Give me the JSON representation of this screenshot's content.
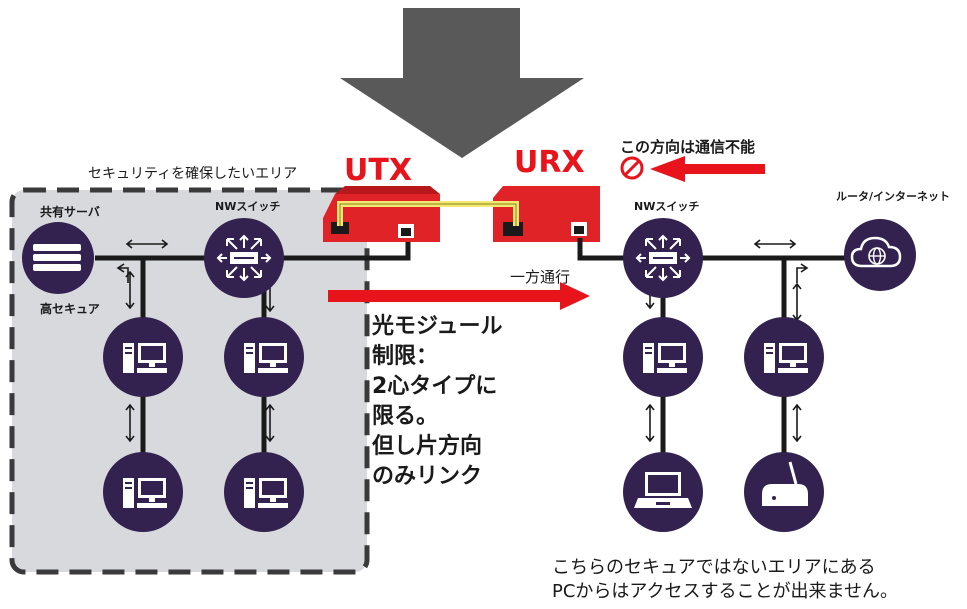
{
  "secure_area": {
    "label": "セキュリティを確保したいエリア"
  },
  "shared_server": {
    "title": "共有サーバ",
    "subtitle": "高セキュア"
  },
  "left_switch": {
    "label": "NWスイッチ"
  },
  "right_switch": {
    "label": "NWスイッチ"
  },
  "router": {
    "label": "ルータ/インターネット"
  },
  "utx": {
    "label": "UTX"
  },
  "urx": {
    "label": "URX"
  },
  "blocked_direction": {
    "label": "この方向は通信不能"
  },
  "one_way": {
    "label": "一方通行"
  },
  "module_note": {
    "lines": [
      "光モジュール",
      "制限：",
      "2心タイプに",
      "限る。",
      "但し片方向",
      "のみリンク"
    ]
  },
  "bottom_note": {
    "lines": [
      "こちらのセキュアではないエリアにある",
      "PCからはアクセスすることが出来ません。"
    ]
  },
  "colors": {
    "accent_red": "#e8141b",
    "device_red": "#e02327",
    "node_purple": "#33224f",
    "area_gray": "#d7d9dd",
    "fiber_yellow": "#f2ea6e"
  }
}
